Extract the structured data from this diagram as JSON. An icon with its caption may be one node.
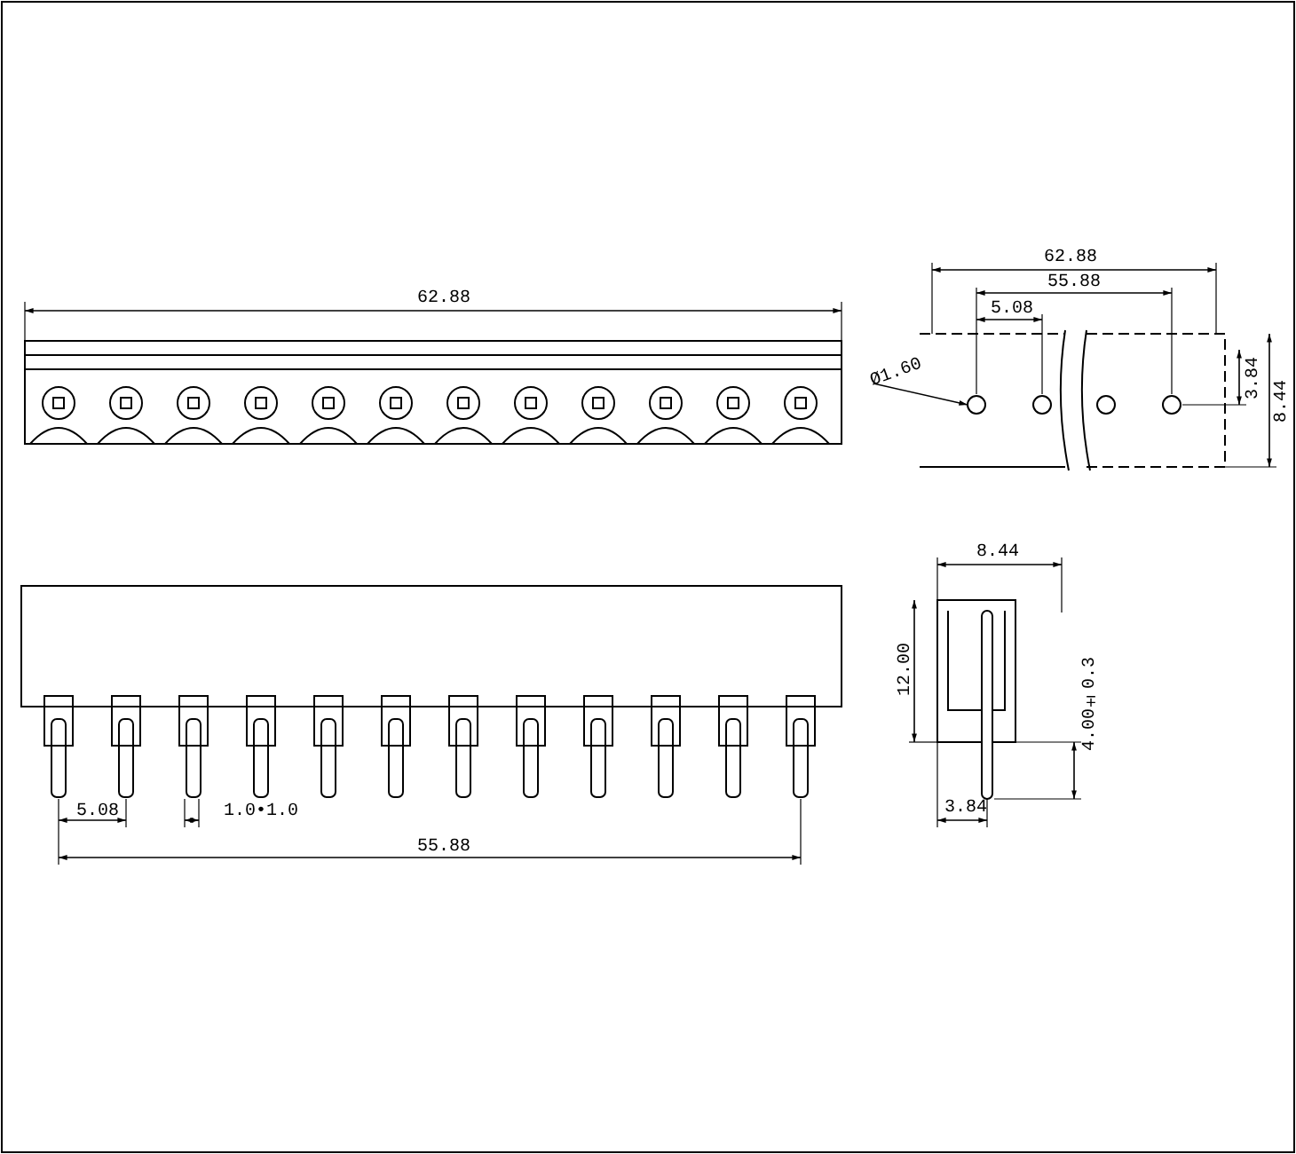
{
  "diagram": {
    "nodes": [
      {
        "text": [
          "Ø1.60"
        ]
      },
      {
        "text": [],
        "shape": "circle"
      }
    ],
    "edges": [
      {
        "from": 0,
        "to": 1,
        "arrow": "to"
      }
    ],
    "labels": [
      "62.88",
      "62.88",
      "55.88",
      "5.08",
      "3.84",
      "8.44",
      "8.44",
      "12.00",
      "4.00±0.3",
      "3.84",
      "5.08",
      "1.0•1.0",
      "55.88"
    ]
  }
}
